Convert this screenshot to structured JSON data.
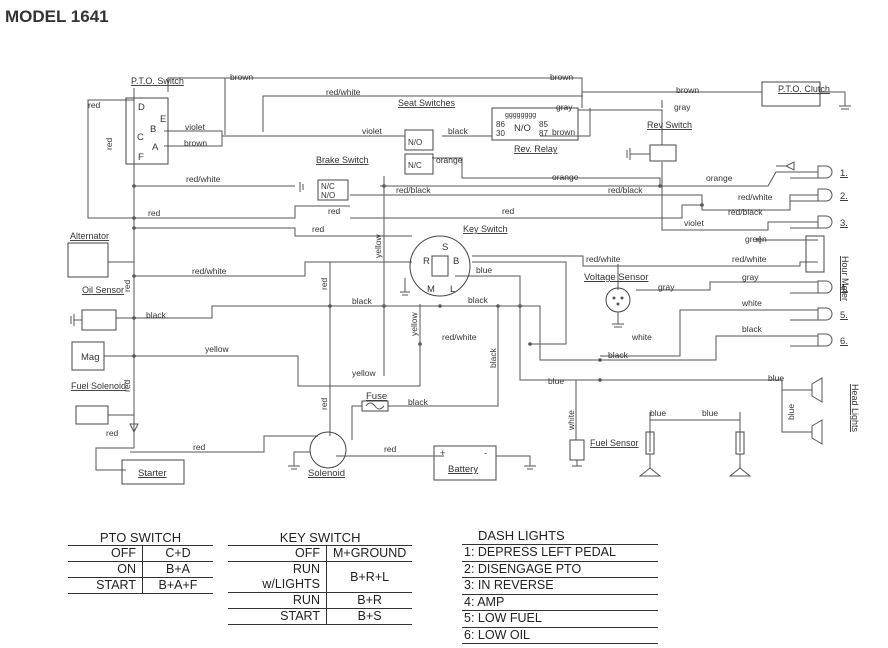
{
  "title": "MODEL 1641",
  "components": {
    "pto_switch": "P.T.O. Switch",
    "pto_clutch": "P.T.O. Clutch",
    "seat_switches": "Seat Switches",
    "rev_relay": "Rev. Relay",
    "rev_switch": "Rev Switch",
    "brake_switch": "Brake Switch",
    "key_switch": "Key Switch",
    "alternator": "Alternator",
    "oil_sensor": "Oil Sensor",
    "mag": "Mag",
    "fuel_solenoid": "Fuel Solenoid",
    "starter": "Starter",
    "solenoid": "Solenoid",
    "fuse": "Fuse",
    "battery": "Battery",
    "voltage_sensor": "Voltage Sensor",
    "fuel_sensor": "Fuel Sensor",
    "hour_meter": "Hour Meter",
    "head_lights": "Head Lights"
  },
  "terminals": {
    "pto_d": "D",
    "pto_e": "E",
    "pto_b": "B",
    "pto_c": "C",
    "pto_a": "A",
    "pto_f": "F",
    "seat_no": "N/O",
    "seat_nc": "N/C",
    "brake_nc": "N/C",
    "brake_no": "N/O",
    "relay_coil": "gggggggg",
    "relay_86": "86",
    "relay_30": "30",
    "relay_no": "N/O",
    "relay_85": "85",
    "relay_87": "87",
    "key_s": "S",
    "key_r": "R",
    "key_b": "B",
    "key_m": "M",
    "key_l": "L",
    "battery_plus": "+",
    "battery_minus": "-"
  },
  "wire_labels": {
    "brown": "brown",
    "red_white": "red/white",
    "red": "red",
    "violet": "violet",
    "gray": "gray",
    "black": "black",
    "orange": "orange",
    "red_black": "red/black",
    "yellow": "yellow",
    "blue": "blue",
    "white": "white",
    "green": "green"
  },
  "lamp_numbers": [
    "1.",
    "2.",
    "3.",
    "4.",
    "5.",
    "6."
  ],
  "pto_table": {
    "header": "PTO SWITCH",
    "rows": [
      {
        "state": "OFF",
        "contacts": "C+D"
      },
      {
        "state": "ON",
        "contacts": "B+A"
      },
      {
        "state": "START",
        "contacts": "B+A+F"
      }
    ]
  },
  "key_table": {
    "header": "KEY SWITCH",
    "rows": [
      {
        "state": "OFF",
        "contacts": "M+GROUND"
      },
      {
        "state": "RUN w/LIGHTS",
        "contacts": "B+R+L"
      },
      {
        "state": "RUN",
        "contacts": "B+R"
      },
      {
        "state": "START",
        "contacts": "B+S"
      }
    ]
  },
  "dash_lights": {
    "header": "DASH LIGHTS",
    "items": [
      "1:  DEPRESS LEFT PEDAL",
      "2:  DISENGAGE PTO",
      "3:  IN REVERSE",
      "4:  AMP",
      "5:  LOW FUEL",
      "6:  LOW OIL"
    ]
  }
}
